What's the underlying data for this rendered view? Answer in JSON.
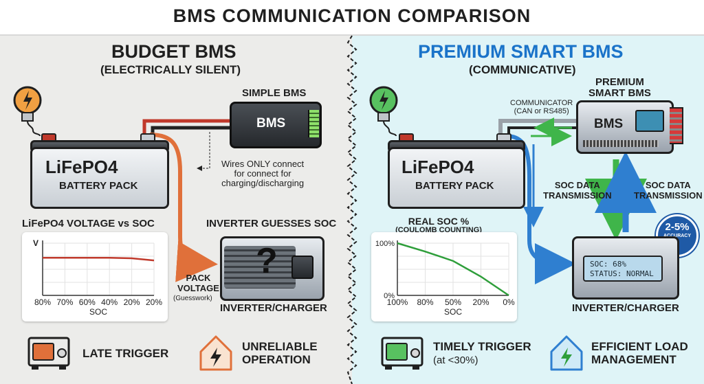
{
  "title": "BMS COMMUNICATION COMPARISON",
  "left": {
    "heading": "BUDGET BMS",
    "subheading": "(ELECTRICALLY SILENT)",
    "bms_caption": "SIMPLE BMS",
    "bms_label": "BMS",
    "battery_name": "LiFePO4",
    "battery_sub": "BATTERY PACK",
    "wire_note": [
      "Wires ONLY connect",
      "for connect for",
      "charging/discharging"
    ],
    "chart_title": "LiFePO4 VOLTAGE vs SOC",
    "inverter_caption": "INVERTER GUESSES SOC",
    "inverter_glyph": "?",
    "pack_voltage": [
      "PACK",
      "VOLTAGE"
    ],
    "guesswork": "(Guesswork)",
    "inverter_label": "INVERTER/CHARGER",
    "footer": [
      {
        "label": "LATE TRIGGER",
        "icon": "generator-icon"
      },
      {
        "label": [
          "UNRELIABLE",
          "OPERATION"
        ],
        "icon": "house-bolt-icon"
      }
    ]
  },
  "right": {
    "heading": "PREMIUM SMART BMS",
    "subheading": "(COMMUNICATIVE)",
    "bms_caption": [
      "PREMIUM",
      "SMART BMS"
    ],
    "bms_label": "BMS",
    "communicator": [
      "COMMUNICATOR",
      "(CAN or RS485)"
    ],
    "battery_name": "LiFePO4",
    "battery_sub": "BATTERY PACK",
    "soc_tx_left": [
      "SOC DATA",
      "TRANSMISSION"
    ],
    "soc_tx_right": [
      "SOC DATA",
      "TRANSMISSION"
    ],
    "accuracy_value": "2-5%",
    "accuracy_label": "ACCURACY",
    "chart_title": "REAL SOC %",
    "chart_subtitle": "(COULOMB COUNTING)",
    "lcd_line1": "SOC: 68%",
    "lcd_line2": "STATUS: NORMAL",
    "inverter_label": "INVERTER/CHARGER",
    "footer": [
      {
        "label": "TIMELY TRIGGER",
        "sub": "(at <30%)",
        "icon": "generator-icon"
      },
      {
        "label": [
          "EFFICIENT LOAD",
          "MANAGEMENT"
        ],
        "icon": "house-bolt-icon"
      }
    ]
  },
  "colors": {
    "left_bg": "#ececea",
    "right_bg": "#dff4f7",
    "premium_blue": "#1a73c9",
    "wire_red": "#c0392b",
    "wire_orange": "#e0703a",
    "wire_blue": "#2f7fd0",
    "wire_green": "#3fb54a",
    "soc_line_green": "#2e9e3a",
    "voltage_line_red": "#c0392b",
    "bulb_orange": "#f1a042",
    "bulb_green": "#58c160"
  },
  "chart_data": [
    {
      "type": "line",
      "title": "LiFePO4 VOLTAGE vs SOC",
      "ylabel": "V",
      "xlabel": "SOC",
      "categories": [
        "80%",
        "70%",
        "60%",
        "40%",
        "20%",
        "20%"
      ],
      "series": [
        {
          "values": [
            0.72,
            0.72,
            0.72,
            0.72,
            0.71,
            0.67
          ]
        }
      ],
      "ylim": [
        0,
        1
      ],
      "grid": true
    },
    {
      "type": "line",
      "title": "REAL SOC %",
      "subtitle": "(COULOMB COUNTING)",
      "xlabel": "SOC",
      "categories": [
        "100%",
        "80%",
        "50%",
        "20%",
        "0%"
      ],
      "yticks": [
        "100%",
        "0%"
      ],
      "series": [
        {
          "values": [
            100,
            84,
            66,
            36,
            0
          ]
        }
      ],
      "ylim": [
        0,
        100
      ],
      "grid": true
    }
  ]
}
